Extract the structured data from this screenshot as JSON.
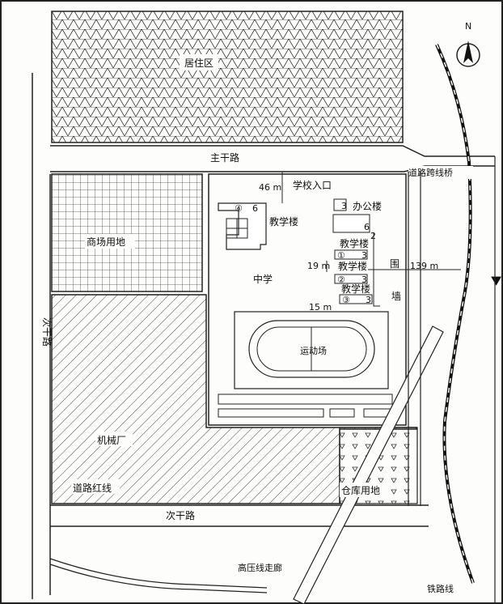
{
  "labels": {
    "residential": "居住区",
    "main_road": "主干路",
    "school_entrance": "学校入口",
    "overpass": "道路跨线桥",
    "commercial": "商场用地",
    "teaching_building": "教学楼",
    "office_building": "办公楼",
    "middle_school": "中学",
    "wall_1": "围",
    "wall_2": "墙",
    "sports_field": "运动场",
    "factory": "机械厂",
    "road_red_line": "道路红线",
    "warehouse": "仓库用地",
    "secondary_road": "次干路",
    "secondary_road_vertical": "次干路",
    "hv_corridor": "高压线走廊",
    "railway": "铁路线",
    "north": "N"
  },
  "dimensions": {
    "d46": "46 m",
    "d19": "19 m",
    "d139": "139 m",
    "d15": "15 m"
  },
  "buildings": {
    "b4_num": "④",
    "b4_floors": "6",
    "office_floors": "3",
    "main_floors": "6",
    "side_floors": "2",
    "b1_num": "①",
    "b1_floors": "3",
    "b2_num": "②",
    "b2_floors": "3",
    "b3_num": "③",
    "b3_floors": "3"
  }
}
